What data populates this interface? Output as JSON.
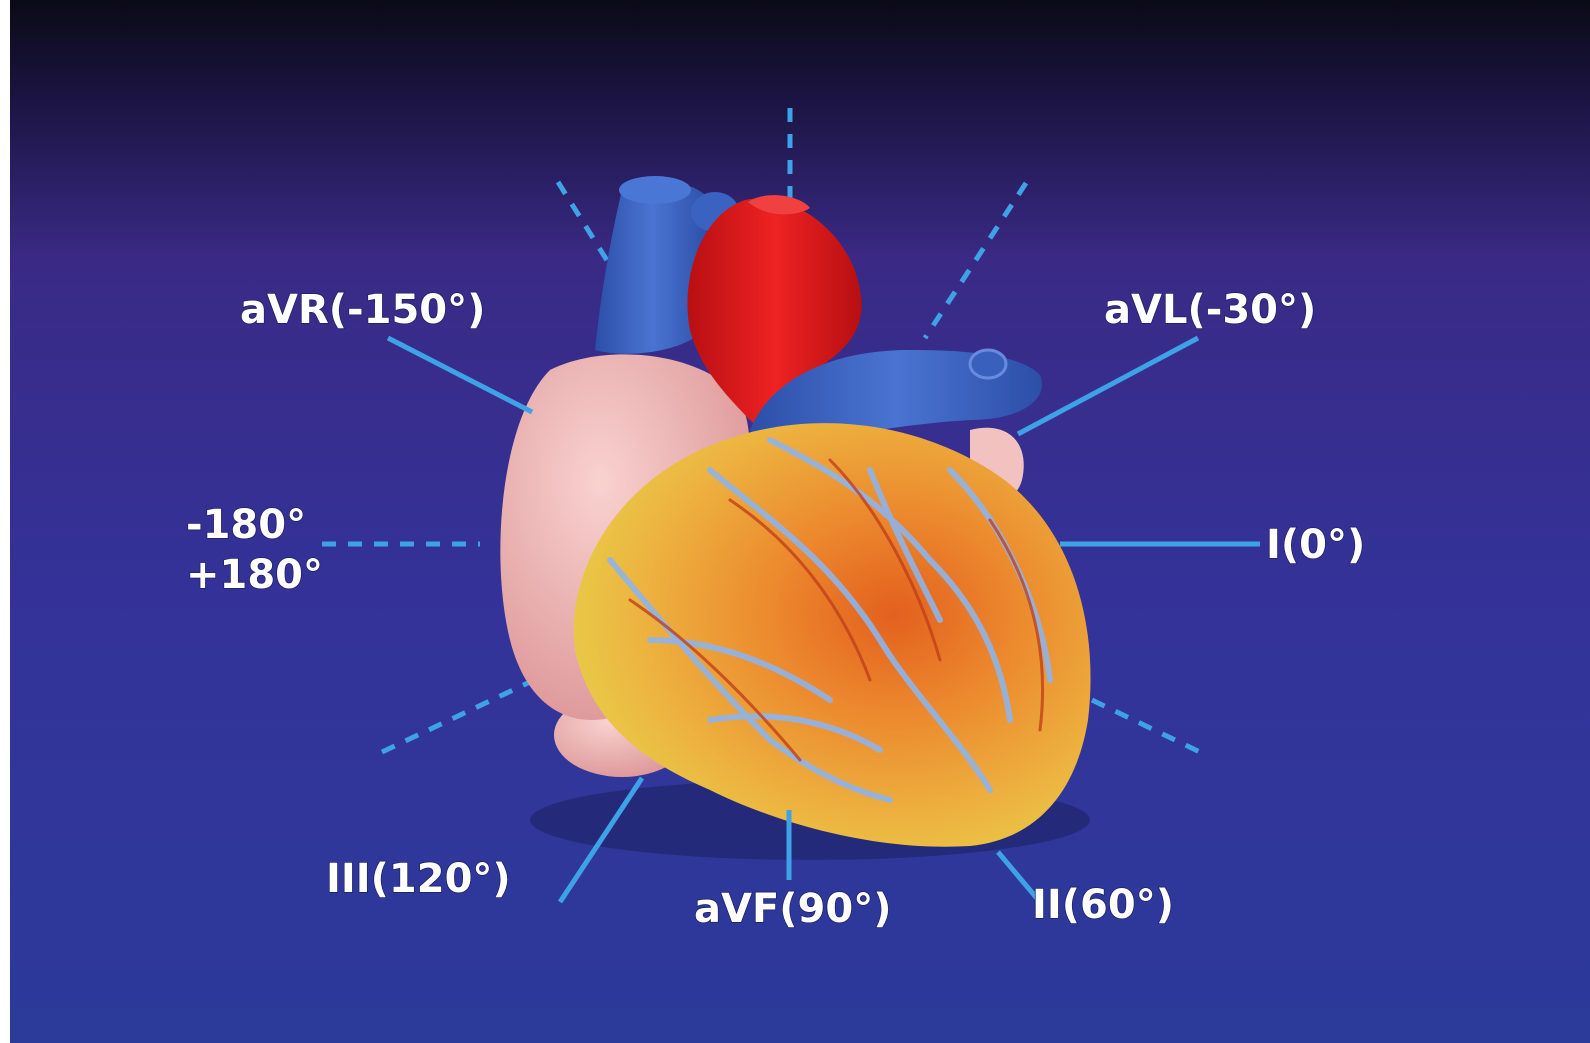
{
  "colors": {
    "background_top": "#0b0a16",
    "background_mid": "#3a2a86",
    "background_bottom": "#2c3a9a",
    "axis_line": "#3ea2e6",
    "label_text": "#ffffff",
    "aorta": "#e01d1d",
    "vessels": "#3f67c4",
    "atrium": "#f0b3b3",
    "ventricle_orange": "#e98e2e",
    "ventricle_yellow": "#e6d24a"
  },
  "leads": [
    {
      "id": "aVR",
      "label": "aVR(-150°)",
      "angle_deg": -150
    },
    {
      "id": "aVL",
      "label": "aVL(-30°)",
      "angle_deg": -30
    },
    {
      "id": "I",
      "label": "I(0°)",
      "angle_deg": 0
    },
    {
      "id": "II",
      "label": "II(60°)",
      "angle_deg": 60
    },
    {
      "id": "aVF",
      "label": "aVF(90°)",
      "angle_deg": 90
    },
    {
      "id": "III",
      "label": "III(120°)",
      "angle_deg": 120
    }
  ],
  "extreme_axis": {
    "minus": "-180°",
    "plus": "+180°"
  },
  "icons": [
    "heart-illustration"
  ]
}
